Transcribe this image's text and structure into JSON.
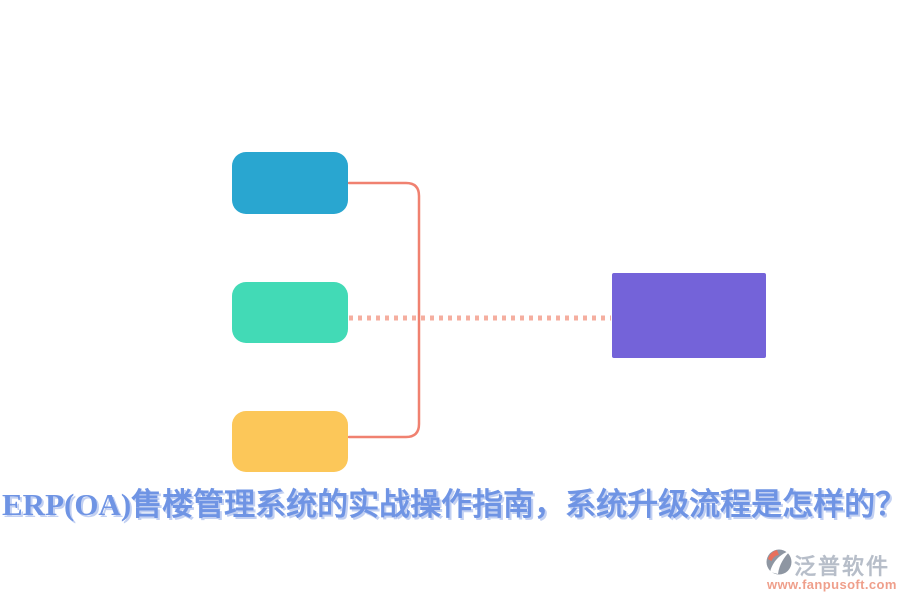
{
  "title": {
    "text": "ERP(OA)售楼管理系统的实战操作指南，系统升级流程是怎样的？",
    "color": "#6f94e4",
    "shadow_color": "#c2d0f2"
  },
  "diagram": {
    "boxes": [
      {
        "name": "flow-box-top",
        "color": "#29a6d0"
      },
      {
        "name": "flow-box-middle",
        "color": "#42dab6"
      },
      {
        "name": "flow-box-bottom",
        "color": "#fcc759"
      },
      {
        "name": "flow-box-result",
        "color": "#7463d9"
      }
    ],
    "bracket_color": "#f08170",
    "dotted_color": "#f5ae9f"
  },
  "watermark": {
    "brand": "泛普软件",
    "url": "www.fanpusoft.com",
    "brand_color": "#b7bec9",
    "url_color": "#ef9f8b",
    "icon_circle_color": "#8e96a2",
    "icon_accent_color": "#e8705c"
  }
}
